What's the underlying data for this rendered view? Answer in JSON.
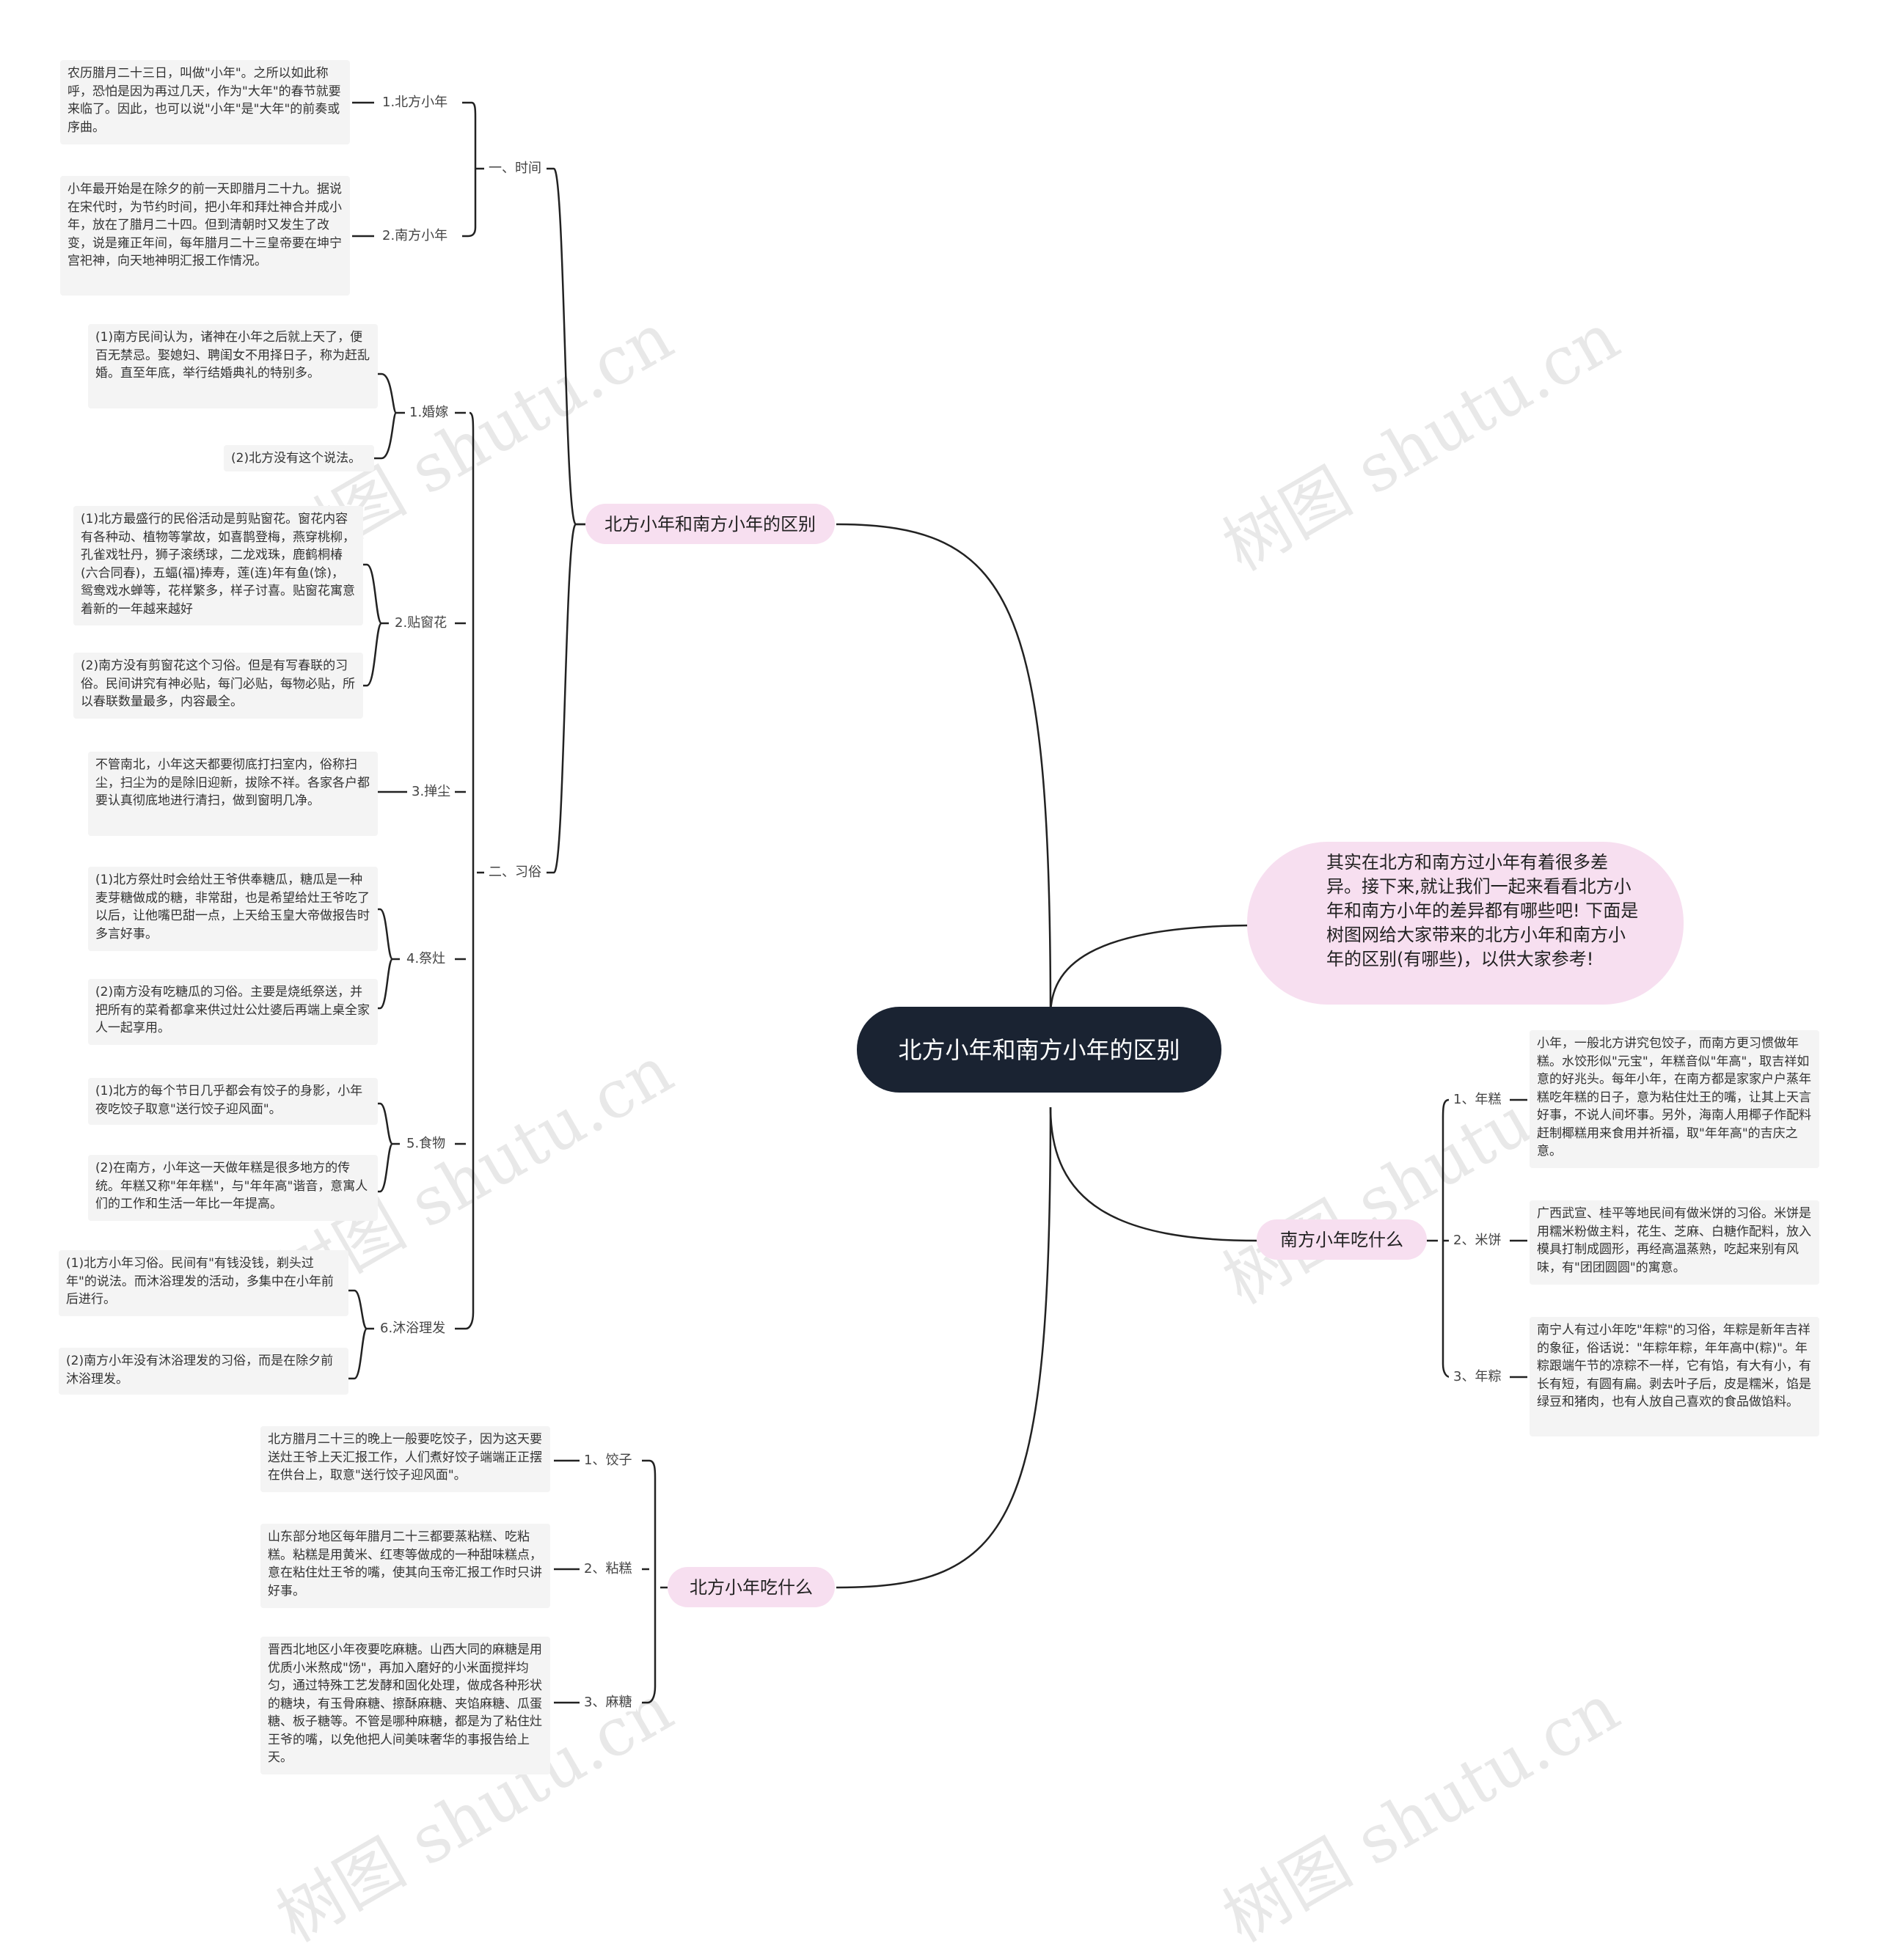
{
  "root": {
    "title": "北方小年和南方小年的区别"
  },
  "intro": "其实在北方和南方过小年有着很多差异。接下来,就让我们一起来看看北方小年和南方小年的差异都有哪些吧! 下面是树图网给大家带来的北方小年和南方小年的区别(有哪些)，以供大家参考!",
  "branches": {
    "diff": {
      "label": "北方小年和南方小年的区别",
      "time": {
        "label": "一、时间",
        "north": {
          "label": "1.北方小年",
          "text": "农历腊月二十三日，叫做\"小年\"。之所以如此称呼，恐怕是因为再过几天，作为\"大年\"的春节就要来临了。因此，也可以说\"小年\"是\"大年\"的前奏或序曲。"
        },
        "south": {
          "label": "2.南方小年",
          "text": "小年最开始是在除夕的前一天即腊月二十九。据说在宋代时，为节约时间，把小年和拜灶神合并成小年，放在了腊月二十四。但到清朝时又发生了改变，说是雍正年间，每年腊月二十三皇帝要在坤宁宫祀神，向天地神明汇报工作情况。"
        }
      },
      "custom": {
        "label": "二、习俗",
        "wedding": {
          "label": "1.婚嫁",
          "a": "(1)南方民间认为，诸神在小年之后就上天了，便百无禁忌。娶媳妇、聘闺女不用择日子，称为赶乱婚。直至年底，举行结婚典礼的特别多。",
          "b": "(2)北方没有这个说法。"
        },
        "window": {
          "label": "2.贴窗花",
          "a": "(1)北方最盛行的民俗活动是剪贴窗花。窗花内容有各种动、植物等掌故，如喜鹊登梅，燕穿桃柳，孔雀戏牡丹，狮子滚绣球，二龙戏珠，鹿鹤桐椿(六合同春)，五蝠(福)捧寿，莲(连)年有鱼(馀)，鸳鸯戏水蝉等，花样繁多，样子讨喜。贴窗花寓意着新的一年越来越好",
          "b": "(2)南方没有剪窗花这个习俗。但是有写春联的习俗。民间讲究有神必贴，每门必贴，每物必贴，所以春联数量最多，内容最全。"
        },
        "dust": {
          "label": "3.掸尘",
          "text": "不管南北，小年这天都要彻底打扫室内，俗称扫尘，扫尘为的是除旧迎新，拔除不祥。各家各户都要认真彻底地进行清扫，做到窗明几净。"
        },
        "stove": {
          "label": "4.祭灶",
          "a": "(1)北方祭灶时会给灶王爷供奉糖瓜，糖瓜是一种麦芽糖做成的糖，非常甜，也是希望给灶王爷吃了以后，让他嘴巴甜一点，上天给玉皇大帝做报告时多言好事。",
          "b": "(2)南方没有吃糖瓜的习俗。主要是烧纸祭送，并把所有的菜肴都拿来供过灶公灶婆后再端上桌全家人一起享用。"
        },
        "food": {
          "label": "5.食物",
          "a": "(1)北方的每个节日几乎都会有饺子的身影，小年夜吃饺子取意\"送行饺子迎风面\"。",
          "b": "(2)在南方，小年这一天做年糕是很多地方的传统。年糕又称\"年年糕\"，与\"年年高\"谐音，意寓人们的工作和生活一年比一年提高。"
        },
        "bath": {
          "label": "6.沐浴理发",
          "a": "(1)北方小年习俗。民间有\"有钱没钱，剃头过年\"的说法。而沐浴理发的活动，多集中在小年前后进行。",
          "b": "(2)南方小年没有沐浴理发的习俗，而是在除夕前沐浴理发。"
        }
      }
    },
    "north_food": {
      "label": "北方小年吃什么",
      "items": [
        {
          "label": "1、饺子",
          "text": "北方腊月二十三的晚上一般要吃饺子，因为这天要送灶王爷上天汇报工作，人们煮好饺子端端正正摆在供台上，取意\"送行饺子迎风面\"。"
        },
        {
          "label": "2、粘糕",
          "text": "山东部分地区每年腊月二十三都要蒸粘糕、吃粘糕。粘糕是用黄米、红枣等做成的一种甜味糕点，意在粘住灶王爷的嘴，使其向玉帝汇报工作时只讲好事。"
        },
        {
          "label": "3、麻糖",
          "text": "晋西北地区小年夜要吃麻糖。山西大同的麻糖是用优质小米熬成\"饧\"，再加入磨好的小米面搅拌均匀，通过特殊工艺发酵和固化处理，做成各种形状的糖块，有玉骨麻糖、擦酥麻糖、夹馅麻糖、瓜蛋糖、板子糖等。不管是哪种麻糖，都是为了粘住灶王爷的嘴，以免他把人间美味奢华的事报告给上天。"
        }
      ]
    },
    "south_food": {
      "label": "南方小年吃什么",
      "items": [
        {
          "label": "1、年糕",
          "text": "小年，一般北方讲究包饺子，而南方更习惯做年糕。水饺形似\"元宝\"，年糕音似\"年高\"，取吉祥如意的好兆头。每年小年，在南方都是家家户户蒸年糕吃年糕的日子，意为粘住灶王的嘴，让其上天言好事，不说人间坏事。另外，海南人用椰子作配料赶制椰糕用来食用并祈福，取\"年年高\"的吉庆之意。"
        },
        {
          "label": "2、米饼",
          "text": "广西武宣、桂平等地民间有做米饼的习俗。米饼是用糯米粉做主料，花生、芝麻、白糖作配料，放入模具打制成圆形，再经高温蒸熟，吃起来别有风味，有\"团团圆圆\"的寓意。"
        },
        {
          "label": "3、年粽",
          "text": "南宁人有过小年吃\"年粽\"的习俗，年粽是新年吉祥的象征，俗话说：\"年粽年粽，年年高中(粽)\"。年粽跟端午节的凉粽不一样，它有馅，有大有小，有长有短，有圆有扁。剥去叶子后，皮是糯米，馅是绿豆和猪肉，也有人放自己喜欢的食品做馅料。"
        }
      ]
    }
  },
  "watermark": "树图 shutu.cn"
}
